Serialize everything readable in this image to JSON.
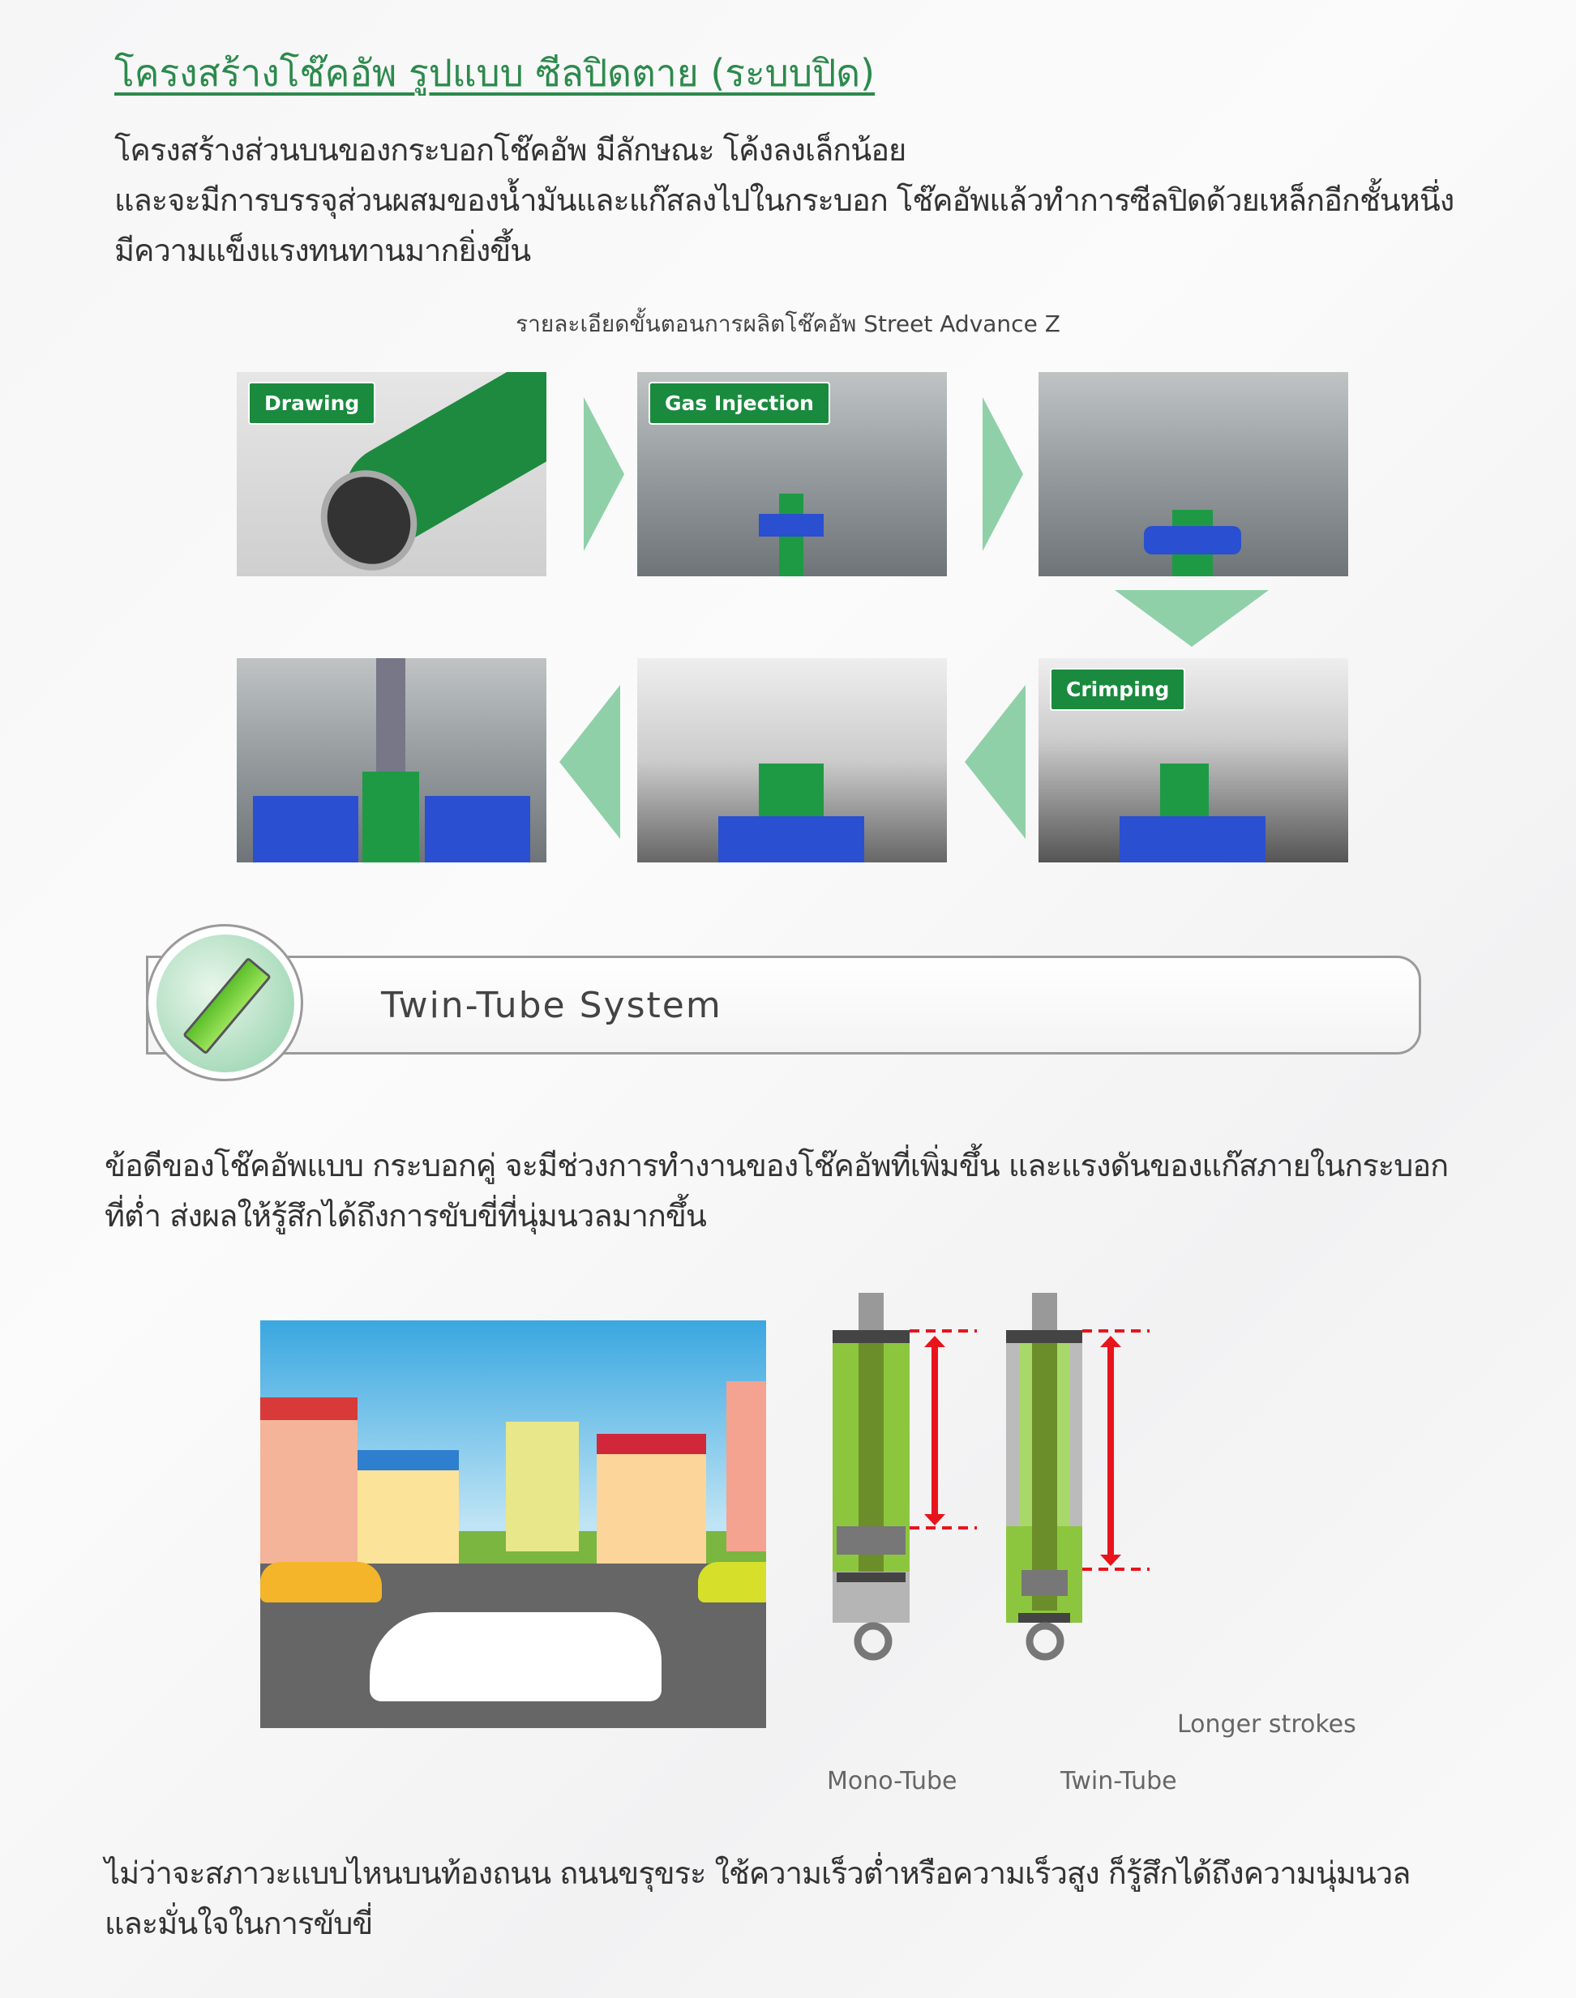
{
  "title": "โครงสร้างโช๊คอัพ รูปแบบ ซีลปิดตาย (ระบบปิด)",
  "intro": [
    "โครงสร้างส่วนบนของกระบอกโช๊คอัพ มีลักษณะ โค้งลงเล็กน้อย",
    "และจะมีการบรรจุส่วนผสมของน้ำมันและแก๊สลงไปในกระบอก โช๊คอัพแล้วทำการซีลปิดด้วยเหล็กอีกชั้นหนึ่ง",
    "มีความแข็งแรงทนทานมากยิ่งขึ้น"
  ],
  "process_caption": "รายละเอียดขั้นตอนการผลิตโช๊คอัพ Street Advance Z",
  "steps": [
    {
      "badge": "Drawing"
    },
    {
      "badge": "Gas Injection"
    },
    {
      "badge": "Crimping"
    }
  ],
  "banner": {
    "label": "Twin-Tube System",
    "icon": "shock-absorber-icon"
  },
  "advantages": [
    "ข้อดีของโช๊คอัพแบบ กระบอกคู่ จะมีช่วงการทำงานของโช๊คอัพที่เพิ่มขึ้น และแรงดันของแก๊สภายในกระบอก",
    "ที่ต่ำ ส่งผลให้รู้สึกได้ถึงการขับขี่ที่นุ่มนวลมากขึ้น"
  ],
  "diagram": {
    "mono_label": "Mono-Tube",
    "twin_label": "Twin-Tube",
    "stroke_label": "Longer strokes"
  },
  "closing": [
    "ไม่ว่าจะสภาวะแบบไหนบนท้องถนน ถนนขรุขระ ใช้ความเร็วต่ำหรือความเร็วสูง ก็รู้สึกได้ถึงความนุ่มนวล",
    "และมั่นใจในการขับขี่"
  ],
  "colors": {
    "accent": "#2c8a4c",
    "arrow": "#8fd0a8",
    "stroke": "#e8141c"
  }
}
